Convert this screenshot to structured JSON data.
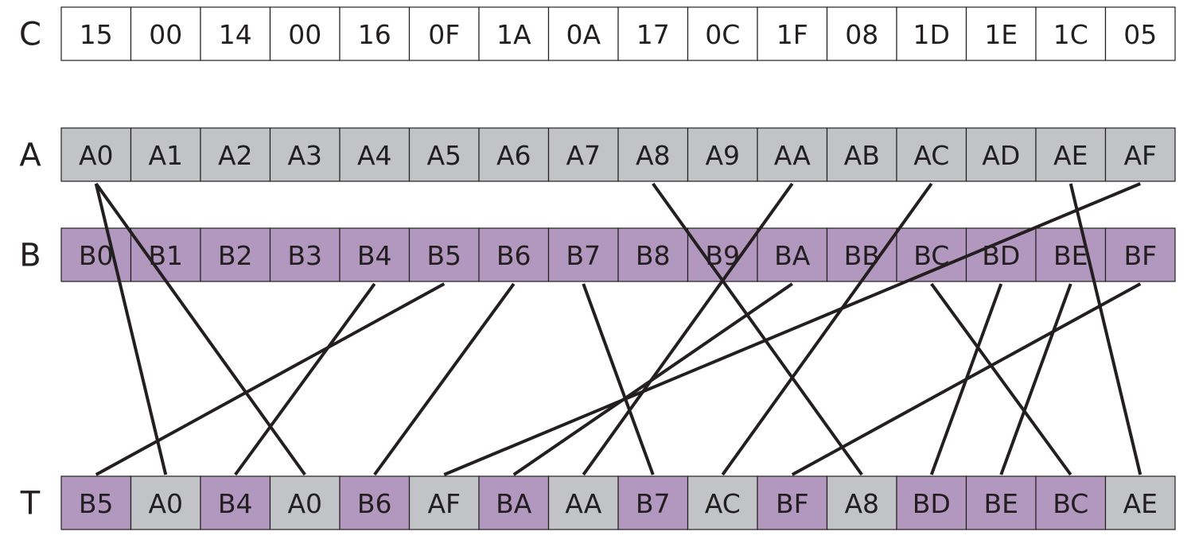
{
  "colors": {
    "gray": "#c2c3c7",
    "purple": "#b297be",
    "white": "#ffffff",
    "border": "#231f20",
    "line": "#231f20"
  },
  "rows": [
    {
      "label": "C",
      "cells": [
        {
          "text": "15",
          "fill": "white"
        },
        {
          "text": "00",
          "fill": "white"
        },
        {
          "text": "14",
          "fill": "white"
        },
        {
          "text": "00",
          "fill": "white"
        },
        {
          "text": "16",
          "fill": "white"
        },
        {
          "text": "0F",
          "fill": "white"
        },
        {
          "text": "1A",
          "fill": "white"
        },
        {
          "text": "0A",
          "fill": "white"
        },
        {
          "text": "17",
          "fill": "white"
        },
        {
          "text": "0C",
          "fill": "white"
        },
        {
          "text": "1F",
          "fill": "white"
        },
        {
          "text": "08",
          "fill": "white"
        },
        {
          "text": "1D",
          "fill": "white"
        },
        {
          "text": "1E",
          "fill": "white"
        },
        {
          "text": "1C",
          "fill": "white"
        },
        {
          "text": "05",
          "fill": "white"
        }
      ]
    },
    {
      "label": "A",
      "cells": [
        {
          "text": "A0",
          "fill": "gray"
        },
        {
          "text": "A1",
          "fill": "gray"
        },
        {
          "text": "A2",
          "fill": "gray"
        },
        {
          "text": "A3",
          "fill": "gray"
        },
        {
          "text": "A4",
          "fill": "gray"
        },
        {
          "text": "A5",
          "fill": "gray"
        },
        {
          "text": "A6",
          "fill": "gray"
        },
        {
          "text": "A7",
          "fill": "gray"
        },
        {
          "text": "A8",
          "fill": "gray"
        },
        {
          "text": "A9",
          "fill": "gray"
        },
        {
          "text": "AA",
          "fill": "gray"
        },
        {
          "text": "AB",
          "fill": "gray"
        },
        {
          "text": "AC",
          "fill": "gray"
        },
        {
          "text": "AD",
          "fill": "gray"
        },
        {
          "text": "AE",
          "fill": "gray"
        },
        {
          "text": "AF",
          "fill": "gray"
        }
      ]
    },
    {
      "label": "B",
      "cells": [
        {
          "text": "B0",
          "fill": "purple"
        },
        {
          "text": "B1",
          "fill": "purple"
        },
        {
          "text": "B2",
          "fill": "purple"
        },
        {
          "text": "B3",
          "fill": "purple"
        },
        {
          "text": "B4",
          "fill": "purple"
        },
        {
          "text": "B5",
          "fill": "purple"
        },
        {
          "text": "B6",
          "fill": "purple"
        },
        {
          "text": "B7",
          "fill": "purple"
        },
        {
          "text": "B8",
          "fill": "purple"
        },
        {
          "text": "B9",
          "fill": "purple"
        },
        {
          "text": "BA",
          "fill": "purple"
        },
        {
          "text": "BB",
          "fill": "purple"
        },
        {
          "text": "BC",
          "fill": "purple"
        },
        {
          "text": "BD",
          "fill": "purple"
        },
        {
          "text": "BE",
          "fill": "purple"
        },
        {
          "text": "BF",
          "fill": "purple"
        }
      ]
    },
    {
      "label": "T",
      "cells": [
        {
          "text": "B5",
          "fill": "purple"
        },
        {
          "text": "A0",
          "fill": "gray"
        },
        {
          "text": "B4",
          "fill": "purple"
        },
        {
          "text": "A0",
          "fill": "gray"
        },
        {
          "text": "B6",
          "fill": "purple"
        },
        {
          "text": "AF",
          "fill": "gray"
        },
        {
          "text": "BA",
          "fill": "purple"
        },
        {
          "text": "AA",
          "fill": "gray"
        },
        {
          "text": "B7",
          "fill": "purple"
        },
        {
          "text": "AC",
          "fill": "gray"
        },
        {
          "text": "BF",
          "fill": "purple"
        },
        {
          "text": "A8",
          "fill": "gray"
        },
        {
          "text": "BD",
          "fill": "purple"
        },
        {
          "text": "BE",
          "fill": "purple"
        },
        {
          "text": "BC",
          "fill": "purple"
        },
        {
          "text": "AE",
          "fill": "gray"
        }
      ]
    }
  ],
  "connections": [
    {
      "from_row": "A",
      "from": 0,
      "to": 1
    },
    {
      "from_row": "A",
      "from": 0,
      "to": 3
    },
    {
      "from_row": "B",
      "from": 5,
      "to": 0
    },
    {
      "from_row": "B",
      "from": 4,
      "to": 2
    },
    {
      "from_row": "B",
      "from": 6,
      "to": 4
    },
    {
      "from_row": "A",
      "from": 15,
      "to": 5
    },
    {
      "from_row": "B",
      "from": 10,
      "to": 6
    },
    {
      "from_row": "A",
      "from": 10,
      "to": 7
    },
    {
      "from_row": "B",
      "from": 7,
      "to": 8
    },
    {
      "from_row": "A",
      "from": 12,
      "to": 9
    },
    {
      "from_row": "B",
      "from": 15,
      "to": 10
    },
    {
      "from_row": "A",
      "from": 8,
      "to": 11
    },
    {
      "from_row": "B",
      "from": 13,
      "to": 12
    },
    {
      "from_row": "B",
      "from": 14,
      "to": 13
    },
    {
      "from_row": "B",
      "from": 12,
      "to": 14
    },
    {
      "from_row": "A",
      "from": 14,
      "to": 15
    }
  ]
}
